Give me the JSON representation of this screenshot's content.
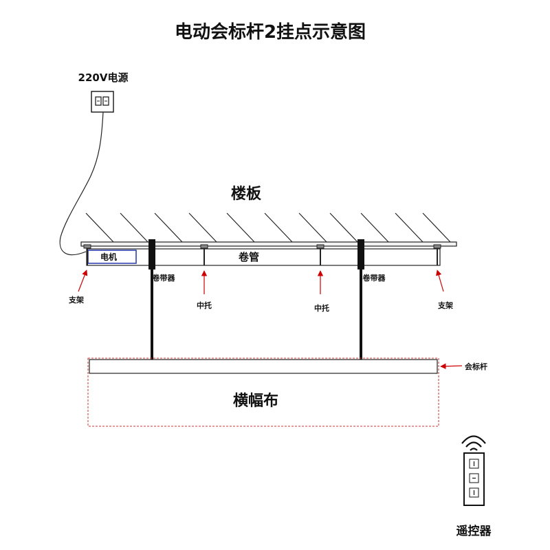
{
  "title": "电动会标杆2挂点示意图",
  "power_source": {
    "label": "220V电源"
  },
  "ceiling": {
    "label": "楼板"
  },
  "roller_tube": {
    "label": "卷管"
  },
  "motor": {
    "label": "电机"
  },
  "reel_left": {
    "label": "卷带器"
  },
  "reel_right": {
    "label": "卷带器"
  },
  "bracket_left": {
    "label": "支架"
  },
  "bracket_right": {
    "label": "支架"
  },
  "mid_support_left": {
    "label": "中托"
  },
  "mid_support_right": {
    "label": "中托"
  },
  "banner_bar": {
    "label": "会标杆"
  },
  "banner_cloth": {
    "label": "横幅布"
  },
  "remote": {
    "label": "遥控器"
  },
  "colors": {
    "arrow": "#cc0000",
    "motor_border": "#2233aa",
    "banner_dash": "#cc3333",
    "line": "#222222"
  }
}
